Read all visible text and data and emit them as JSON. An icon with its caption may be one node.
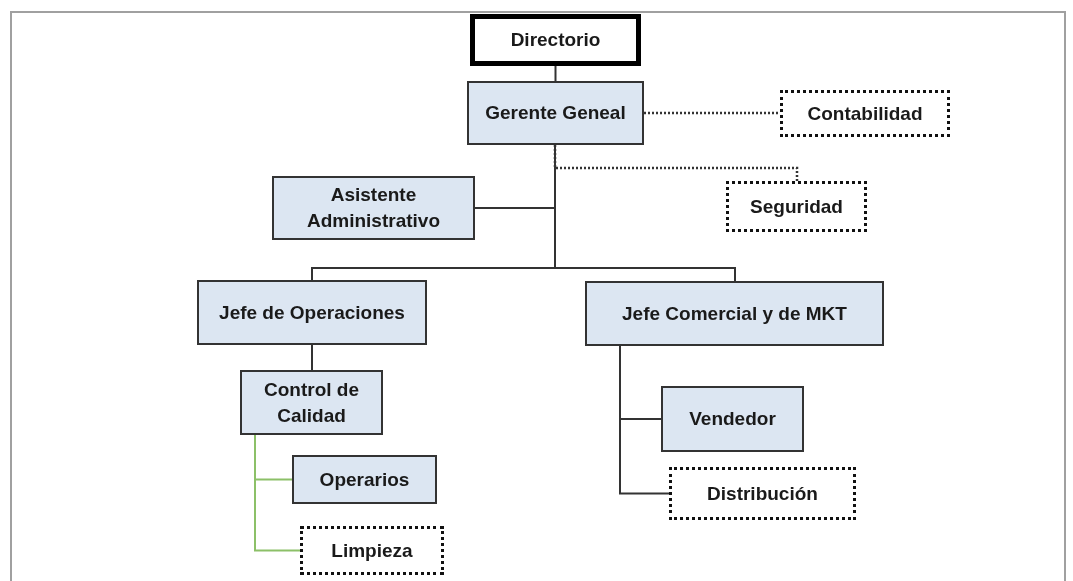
{
  "diagram": {
    "nodes": [
      {
        "text": [
          "Directorio"
        ]
      },
      {
        "text": [
          "Gerente Geneal"
        ]
      },
      {
        "text": [
          "Contabilidad"
        ]
      },
      {
        "text": [
          "Seguridad"
        ]
      },
      {
        "text": [
          "Asistente Administrativo"
        ]
      },
      {
        "text": [
          "Jefe de Operaciones"
        ]
      },
      {
        "text": [
          "Jefe Comercial y de MKT"
        ]
      },
      {
        "text": [
          "Control de Calidad"
        ]
      },
      {
        "text": [
          "Operarios"
        ]
      },
      {
        "text": [
          "Limpieza"
        ]
      },
      {
        "text": [
          "Vendedor"
        ]
      },
      {
        "text": [
          "Distribución"
        ]
      }
    ],
    "edges": [
      {
        "from": 0,
        "to": 1,
        "arrow": "none"
      },
      {
        "from": 1,
        "to": 2,
        "arrow": "none",
        "style": "dashed"
      },
      {
        "from": 1,
        "to": 3,
        "arrow": "none",
        "style": "dashed"
      },
      {
        "from": 1,
        "to": 4,
        "arrow": "none"
      },
      {
        "from": 1,
        "to": 5,
        "arrow": "none"
      },
      {
        "from": 1,
        "to": 6,
        "arrow": "none"
      },
      {
        "from": 5,
        "to": 7,
        "arrow": "none"
      },
      {
        "from": 7,
        "to": 8,
        "arrow": "none",
        "color": "#8cc068"
      },
      {
        "from": 7,
        "to": 9,
        "arrow": "none",
        "color": "#8cc068"
      },
      {
        "from": 6,
        "to": 10,
        "arrow": "none"
      },
      {
        "from": 6,
        "to": 11,
        "arrow": "none"
      }
    ]
  }
}
